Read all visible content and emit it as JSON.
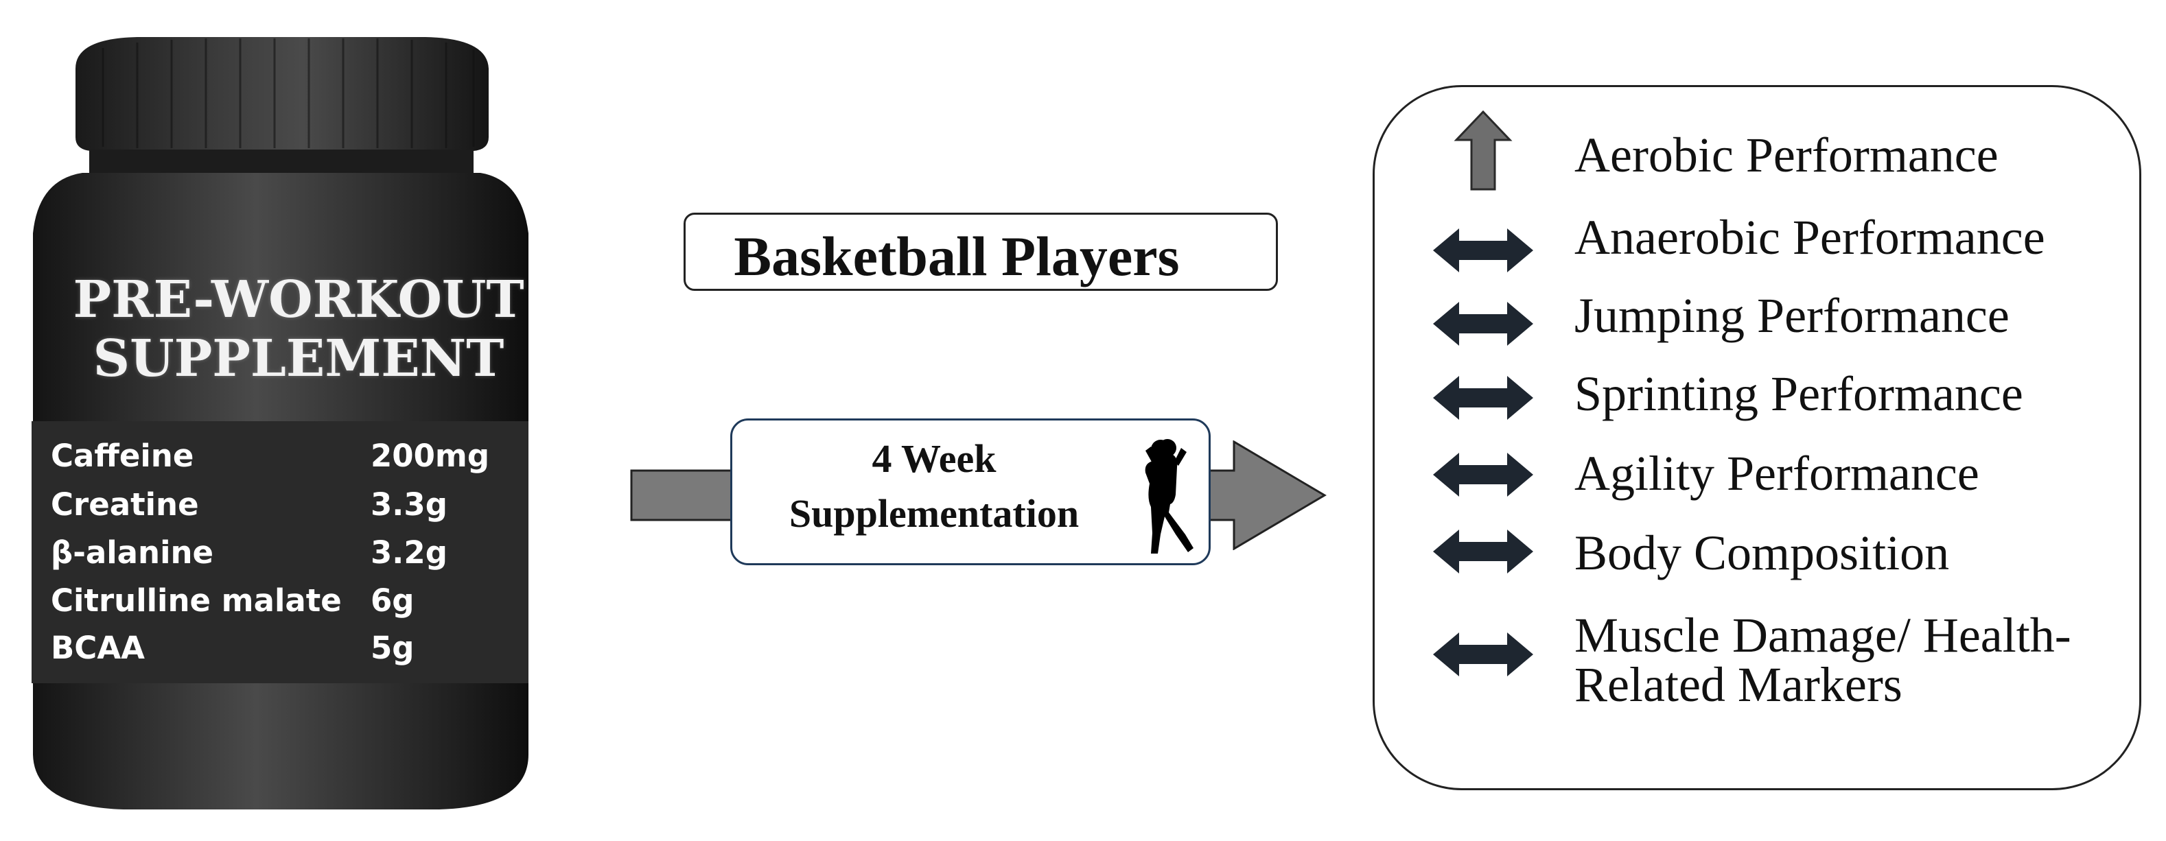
{
  "supplement": {
    "title_line1": "PRE-WORKOUT",
    "title_line2": "SUPPLEMENT",
    "ingredients": [
      {
        "name": "Caffeine",
        "dose": "200mg"
      },
      {
        "name": "Creatine",
        "dose": "3.3g"
      },
      {
        "name": "β-alanine",
        "dose": "3.2g"
      },
      {
        "name": "Citrulline malate",
        "dose": "6g"
      },
      {
        "name": "BCAA",
        "dose": "5g"
      }
    ]
  },
  "population": {
    "label": "Basketball Players"
  },
  "intervention": {
    "line1": "4 Week",
    "line2": "Supplementation"
  },
  "outcomes": [
    {
      "label": "Aerobic Performance",
      "effect": "increase"
    },
    {
      "label": "Anaerobic Performance",
      "effect": "no-change"
    },
    {
      "label": "Jumping Performance",
      "effect": "no-change"
    },
    {
      "label": "Sprinting Performance",
      "effect": "no-change"
    },
    {
      "label": "Agility Performance",
      "effect": "no-change"
    },
    {
      "label": "Body Composition",
      "effect": "no-change"
    },
    {
      "label": "Muscle Damage/ Health-",
      "label_line2": "Related Markers",
      "effect": "no-change"
    }
  ],
  "colors": {
    "jar": "#2b2b2b",
    "flow_arrow": "#7a7a7a",
    "up_arrow": "#6e6e6e",
    "double_arrow": "#1e2630"
  },
  "icons": {
    "effect_increase": "up-arrow-icon",
    "effect_no_change": "double-arrow-icon",
    "athlete": "basketball-player-icon"
  }
}
